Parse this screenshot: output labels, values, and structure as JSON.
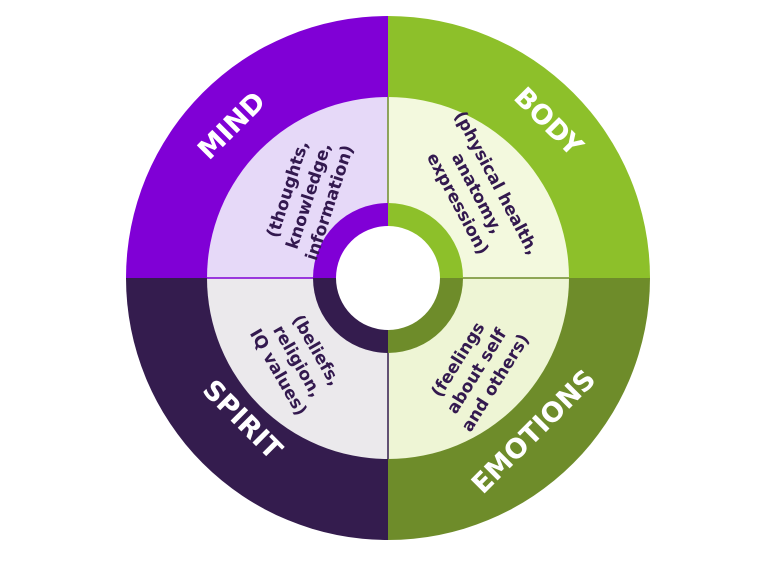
{
  "quadrants": [
    {
      "id": "mind",
      "title": "MIND",
      "lines": [
        "(thoughts,",
        "knowledge,",
        "information)"
      ],
      "colors": {
        "outer": "#8000d6",
        "inner": "#e6d9f8",
        "core": "#8000d6"
      }
    },
    {
      "id": "body",
      "title": "BODY",
      "lines": [
        "(physical health,",
        "anatomy,",
        "expression)"
      ],
      "colors": {
        "outer": "#8dc02a",
        "inner": "#f3f9de",
        "core": "#8dc02a"
      }
    },
    {
      "id": "emotions",
      "title": "EMOTIONS",
      "lines": [
        "(feelings",
        "about self",
        "and others)"
      ],
      "colors": {
        "outer": "#6e8c2a",
        "inner": "#eef5d5",
        "core": "#6e8c2a"
      }
    },
    {
      "id": "spirit",
      "title": "SPIRIT",
      "lines": [
        "(beliefs,",
        "religion,",
        "IQ values)"
      ],
      "colors": {
        "outer": "#341c4e",
        "inner": "#ebe9ec",
        "core": "#341c4e"
      }
    }
  ]
}
